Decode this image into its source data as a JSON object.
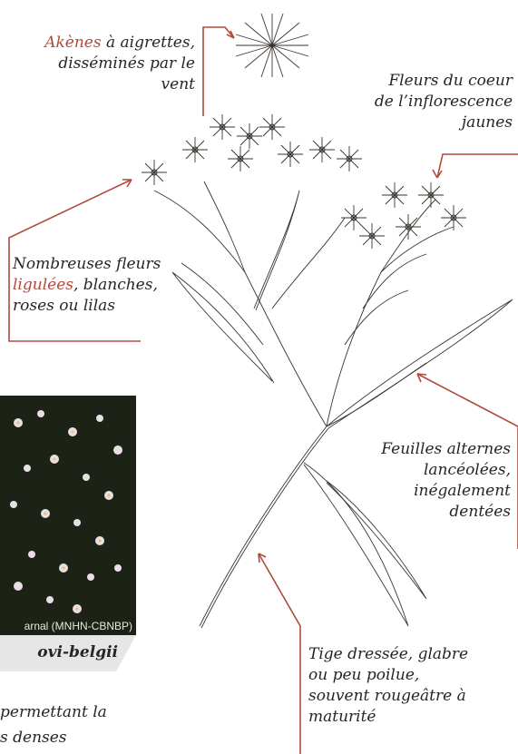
{
  "labels": {
    "akenes": {
      "accent": "Akènes",
      "rest": " à aigrettes,",
      "line2": "disséminés par le",
      "line3": "vent"
    },
    "coeur": {
      "line1": "Fleurs du coeur",
      "line2": "de l’inflorescence",
      "line3": "jaunes"
    },
    "ligulees": {
      "line1": "Nombreuses fleurs",
      "accent": "ligulées",
      "rest": ", blanches,",
      "line3": "roses ou lilas"
    },
    "feuilles": {
      "line1": "Feuilles alternes",
      "line2": "lancéolées,",
      "line3": "inégalement",
      "line4": "dentées"
    },
    "tige": {
      "line1": "Tige dressée, glabre",
      "line2": "ou peu poilue,",
      "line3": "souvent rougeâtre à",
      "line4": "maturité"
    }
  },
  "photo": {
    "credit": "arnal (MNHN-CBNBP)"
  },
  "species": {
    "name": "ovi-belgii"
  },
  "bottom": {
    "line1": "permettant la",
    "line2": "s denses"
  },
  "colors": {
    "accent": "#b04a3b",
    "text": "#2a2522",
    "band": "#e6e6e6"
  }
}
